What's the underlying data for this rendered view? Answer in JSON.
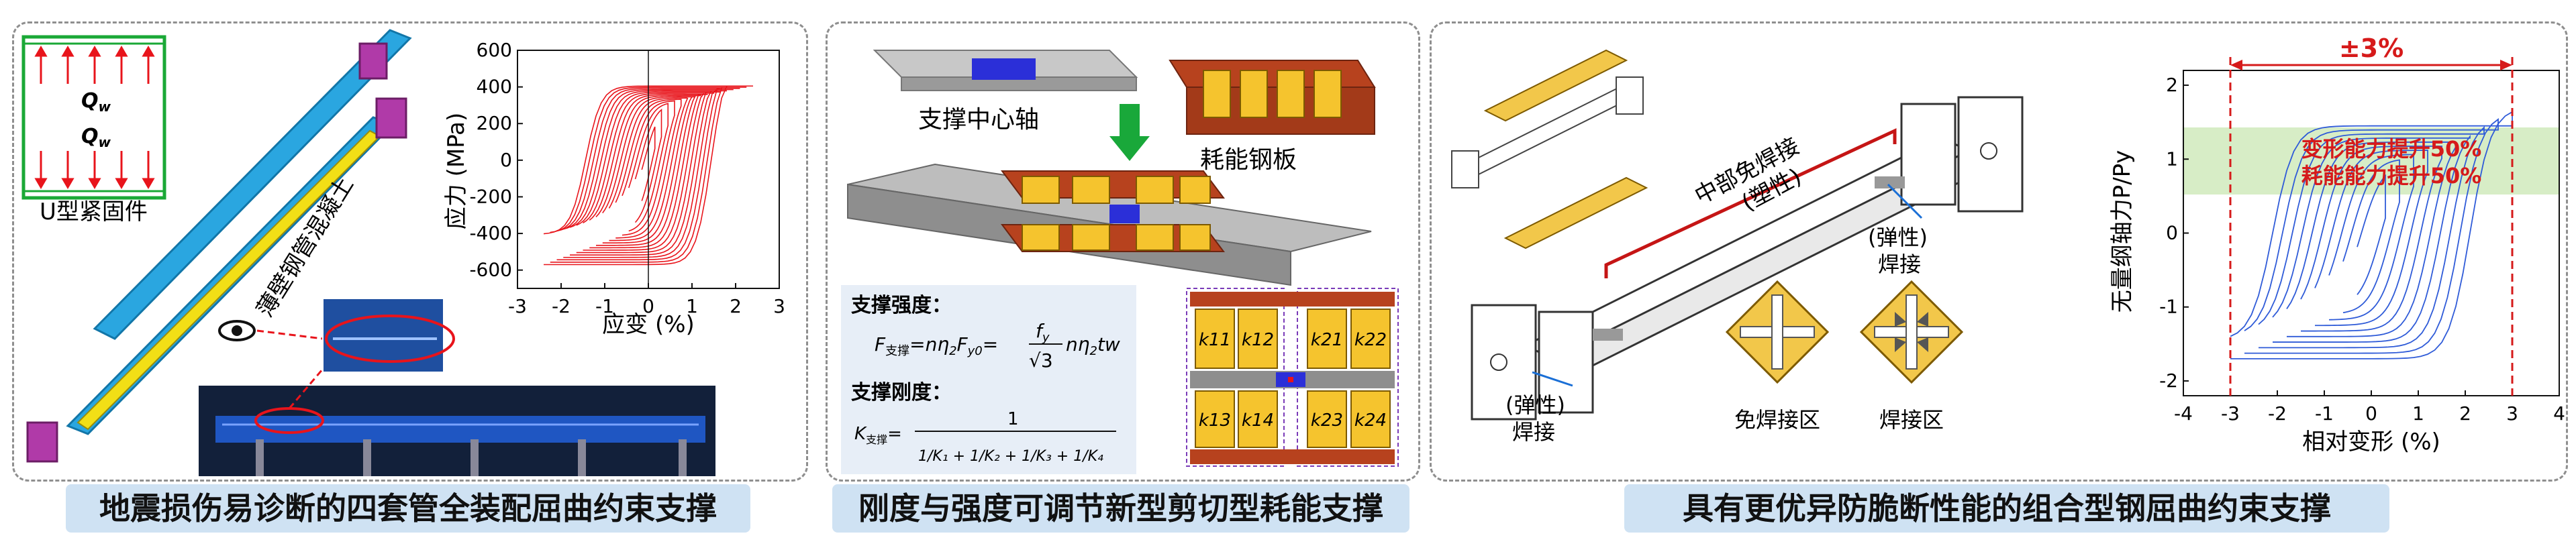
{
  "panels": [
    {
      "caption": "地震损伤易诊断的四套管全装配屈曲约束支撑",
      "labels": {
        "u_clamp": "U型紧固件",
        "concrete": "薄壁钢管混凝土",
        "q_top": "Q",
        "q_sub": "w",
        "q_bottom": "Q",
        "q_bottom_sub": "w"
      },
      "chart_data": {
        "type": "line",
        "xlabel": "应变 (%)",
        "ylabel": "应力 (MPa)",
        "xlim": [
          -3,
          3
        ],
        "ylim": [
          -700,
          600
        ],
        "xticks": [
          -3,
          -2,
          -1,
          0,
          1,
          2,
          3
        ],
        "yticks": [
          600,
          400,
          200,
          0,
          -200,
          -400,
          -600
        ],
        "series_color": "#e8141b",
        "amplitudes": [
          0.15,
          0.3,
          0.45,
          0.6,
          0.75,
          0.9,
          1.05,
          1.2,
          1.35,
          1.5,
          1.65,
          1.8,
          1.95,
          2.1,
          2.25,
          2.4
        ]
      }
    },
    {
      "caption": "刚度与强度可调节新型剪切型耗能支撑",
      "labels": {
        "axis": "支撑中心轴",
        "plate": "耗能钢板",
        "strength_title": "支撑强度：",
        "stiffness_title": "支撑刚度：",
        "k11": "k11",
        "k12": "k12",
        "k21": "k21",
        "k22": "k22",
        "k13": "k13",
        "k14": "k14",
        "k23": "k23",
        "k24": "k24"
      }
    },
    {
      "caption": "具有更优异防脆断性能的组合型钢屈曲约束支撑",
      "labels": {
        "mid_free": "中部免焊接",
        "plastic": "(塑性)",
        "elastic_a": "(弹性)",
        "weld_a": "焊接",
        "elastic_b": "(弹性)",
        "weld_b": "焊接",
        "free_zone": "免焊接区",
        "weld_zone": "焊接区"
      },
      "chart_data": {
        "type": "line",
        "xlabel": "相对变形 (%)",
        "ylabel": "无量纲轴力P/Py",
        "xlim": [
          -4,
          4
        ],
        "ylim": [
          -2.2,
          2.2
        ],
        "xticks": [
          -4,
          -3,
          -2,
          -1,
          0,
          1,
          2,
          3,
          4
        ],
        "yticks": [
          2,
          1,
          0,
          -1,
          -2
        ],
        "range_label": "±3%",
        "note1": "变形能力提升50%",
        "note2": "耗能能力提升50%",
        "series_color": "#2f5bd8",
        "amplitudes": [
          0.3,
          0.6,
          0.9,
          1.2,
          1.5,
          1.8,
          2.1,
          2.4,
          2.7,
          3.0
        ]
      }
    }
  ]
}
